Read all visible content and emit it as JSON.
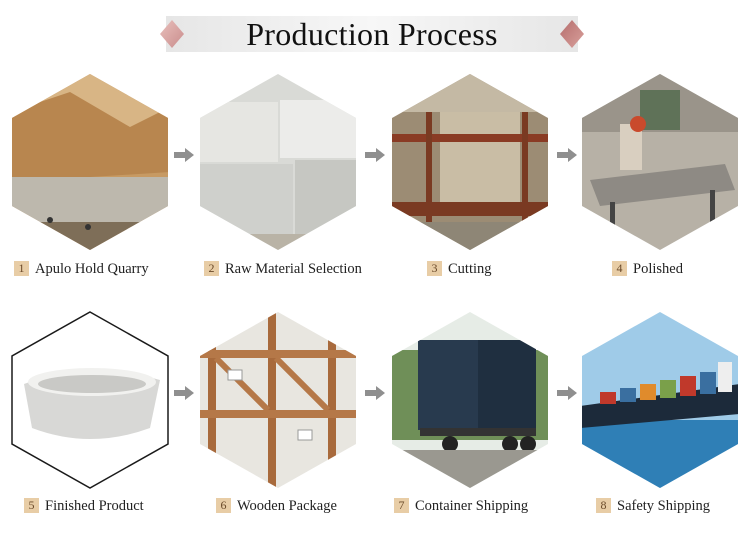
{
  "title": "Production Process",
  "colors": {
    "banner_diamond": "#c98c8c",
    "banner_bg": "#f0f0f0",
    "badge": "#e8cda6",
    "arrow": "#8f8f8f"
  },
  "steps": [
    {
      "number": "1",
      "label": "Apulo Hold Quarry",
      "image": "quarry-photo"
    },
    {
      "number": "2",
      "label": "Raw Material Selection",
      "image": "marble-blocks-photo"
    },
    {
      "number": "3",
      "label": "Cutting",
      "image": "cutting-machine-photo"
    },
    {
      "number": "4",
      "label": "Polished",
      "image": "polishing-worker-photo"
    },
    {
      "number": "5",
      "label": "Finished Product",
      "image": "bathtub-photo"
    },
    {
      "number": "6",
      "label": "Wooden Package",
      "image": "wooden-crate-photo"
    },
    {
      "number": "7",
      "label": "Container Shipping",
      "image": "container-truck-photo"
    },
    {
      "number": "8",
      "label": "Safety Shipping",
      "image": "cargo-ship-photo"
    }
  ]
}
